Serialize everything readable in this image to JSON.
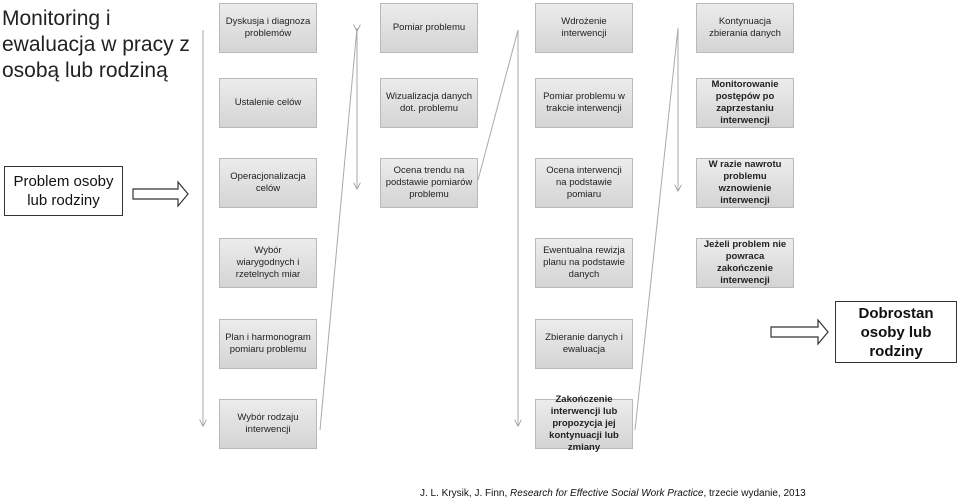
{
  "title": "Monitoring i ewaluacja w pracy z osobą lub rodziną",
  "start": "Problem osoby lub rodziny",
  "end": "Dobrostan osoby lub rodziny",
  "columns": [
    [
      "Dyskusja i diagnoza problemów",
      "Ustalenie celów",
      "Operacjonalizacja celów",
      "Wybór wiarygodnych i rzetelnych miar",
      "Plan i harmonogram pomiaru problemu",
      "Wybór rodzaju interwencji"
    ],
    [
      "Pomiar problemu",
      "Wizualizacja danych dot. problemu",
      "Ocena trendu na podstawie pomiarów problemu"
    ],
    [
      "Wdrożenie interwencji",
      "Pomiar problemu w trakcie interwencji",
      "Ocena interwencji na podstawie pomiaru",
      "Ewentualna rewizja planu na podstawie danych",
      "Zbieranie danych i ewaluacja",
      "Zakończenie interwencji lub propozycja jej kontynuacji lub zmiany"
    ],
    [
      "Kontynuacja zbierania danych",
      "Monitorowanie postępów po zaprzestaniu interwencji",
      "W razie nawrotu problemu wznowienie interwencji",
      "Jeżeli problem nie powraca zakończenie interwencji"
    ]
  ],
  "citation": {
    "authors": "J. L. Krysik, J. Finn, ",
    "book": "Research for Effective Social Work Practice",
    "edition": ", trzecie wydanie, 2013"
  }
}
